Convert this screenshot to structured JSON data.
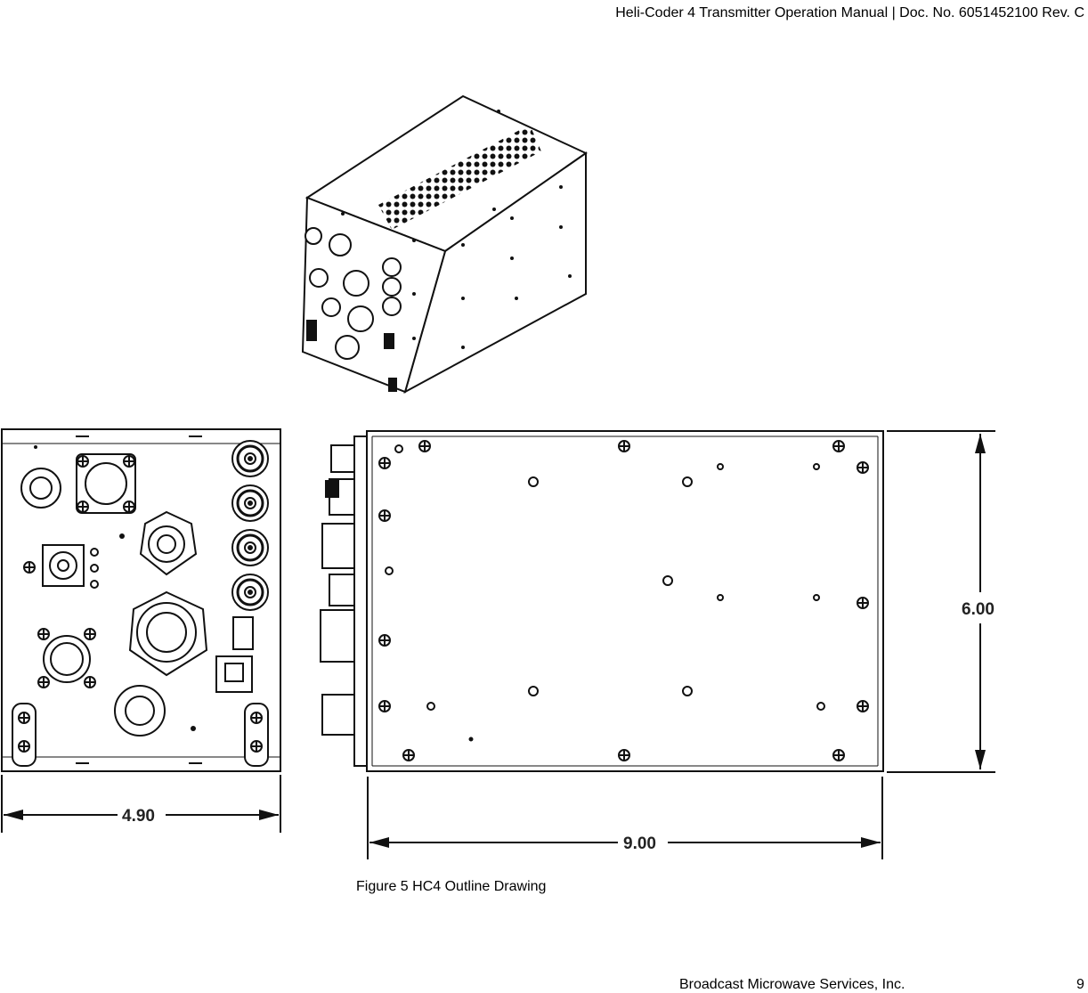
{
  "header": {
    "text": "Heli-Coder 4 Transmitter Operation Manual | Doc. No. 6051452100 Rev. C"
  },
  "figure": {
    "caption": "Figure 5 HC4 Outline Drawing",
    "dimensions": {
      "width": "4.90",
      "length": "9.00",
      "height": "6.00"
    }
  },
  "footer": {
    "company": "Broadcast Microwave Services, Inc.",
    "page_number": "9"
  }
}
